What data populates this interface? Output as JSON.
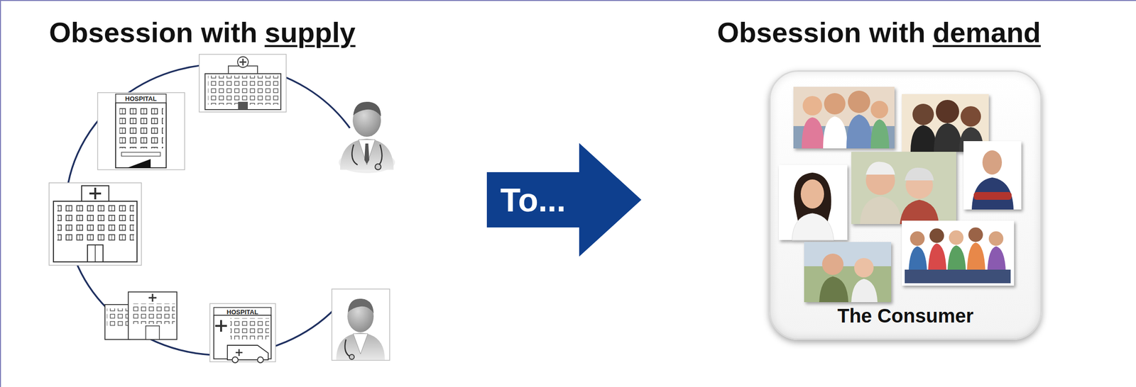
{
  "diagram": {
    "nodes": [
      {
        "text": [
          "To..."
        ]
      },
      {
        "text": [
          "The Consumer"
        ]
      }
    ],
    "labels": [
      "Obsession with",
      "supply",
      "Obsession with",
      "demand",
      "HOSPITAL",
      "HOSPITAL"
    ]
  }
}
